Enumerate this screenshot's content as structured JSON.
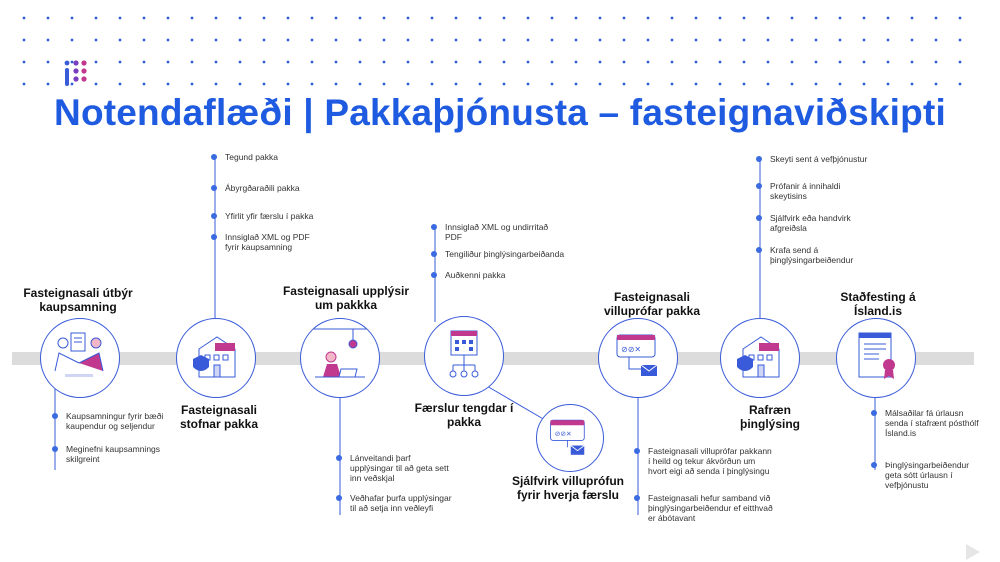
{
  "title": "Notendaflæði | Pakkaþjónusta – fasteignaviðskipti",
  "colors": {
    "title": "#1f5be0",
    "accent": "#3a5bd9",
    "bullet": "#3a6be0",
    "band": "#dcdcdc",
    "logo_pink": "#c0398f"
  },
  "stages": [
    {
      "id": "s1",
      "title": "Fasteignasali útbýr kaupsamning",
      "icon": "handshake-contract-icon",
      "items": [
        "Kaupsamningur fyrir bæði kaupendur og seljendur",
        "Meginefni kaupsamnings skilgreint"
      ]
    },
    {
      "id": "s2",
      "title": "Fasteignasali stofnar pakka",
      "icon": "house-shield-icon",
      "items": [
        "Tegund pakka",
        "Ábyrgðaraðili pakka",
        "Yfirlit yfir færslu í pakka",
        "Innsiglað XML og PDF fyrir kaupsamning"
      ]
    },
    {
      "id": "s3",
      "title": "Fasteignasali upplýsir um pakkka",
      "icon": "person-laptop-icon",
      "items": [
        "Lánveitandi þarf upplýsingar til að geta sett inn veðskjal",
        "Veðhafar þurfa upplýsingar til að setja inn veðleyfi"
      ]
    },
    {
      "id": "s4",
      "title": "Færslur tengdar í pakka",
      "icon": "building-network-icon",
      "items": [
        "Innsiglað XML og undirritað PDF",
        "Tengiliður þinglýsingarbeiðanda",
        "Auðkenni pakka"
      ]
    },
    {
      "id": "s5",
      "title": "Sjálfvirk villuprófun fyrir hverja færslu",
      "icon": "validation-window-icon",
      "items": []
    },
    {
      "id": "s6",
      "title": "Fasteignasali villuprófar pakka",
      "icon": "validation-mail-icon",
      "items": [
        "Fasteignasali villuprófar pakkann í heild og tekur ákvörðun um hvort eigi að senda í þinglýsingu",
        "Fasteignasali hefur samband við þinglýsingarbeiðendur ef eitthvað er ábótavant"
      ]
    },
    {
      "id": "s7",
      "title": "Rafræn þinglýsing",
      "icon": "house-shield-icon",
      "items": [
        "Skeyti sent á vefþjónustur",
        "Prófanir á innihaldi skeytisins",
        "Sjálfvirk eða handvirk afgreiðsla",
        "Krafa send á þinglýsingarbeiðendur"
      ]
    },
    {
      "id": "s8",
      "title": "Staðfesting á Ísland.is",
      "icon": "certificate-scroll-icon",
      "items": [
        "Málsaðilar fá úrlausn senda í stafrænt pósthólf Ísland.is",
        "Þinglýsingarbeiðendur geta sótt úrlausn í vefþjónustu"
      ]
    }
  ]
}
